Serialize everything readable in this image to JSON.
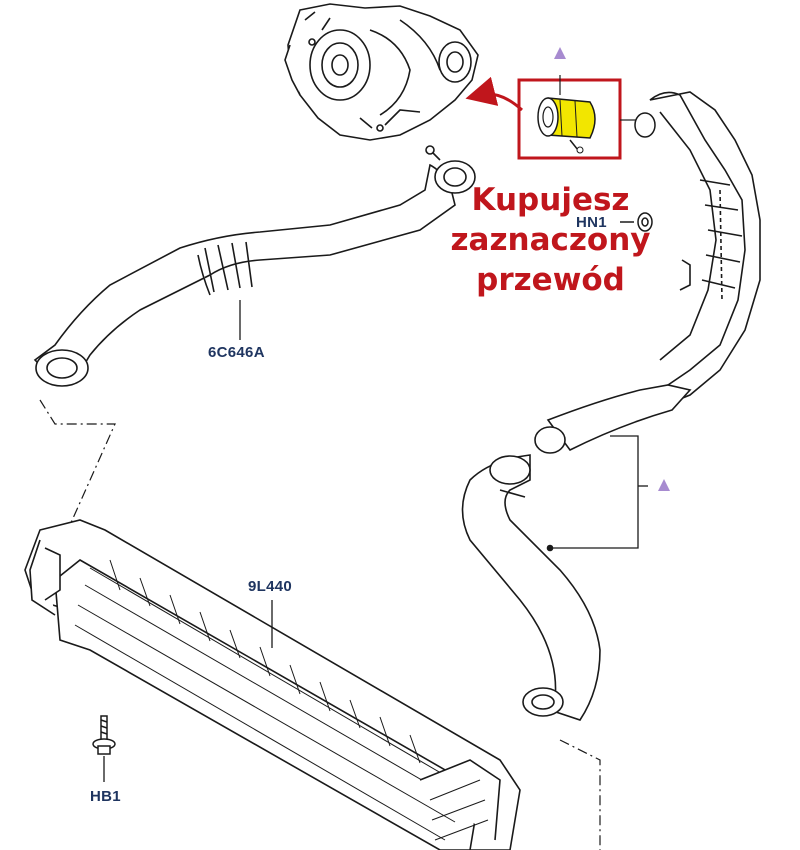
{
  "callout": {
    "lines": [
      "Kupujesz",
      "zaznaczony",
      "przewód"
    ],
    "color": "#c0161c"
  },
  "part_labels": {
    "hose_upper": "6C646A",
    "nut": "HN1",
    "intercooler": "9L440",
    "bolt": "HB1"
  },
  "colors": {
    "line": "#1a1a1a",
    "label": "#1f3560",
    "highlight_box": "#c0161c",
    "highlight_fill": "#f2e600",
    "marker": "#a78bd0"
  },
  "markers": [
    "triangle-marker",
    "triangle-marker"
  ]
}
